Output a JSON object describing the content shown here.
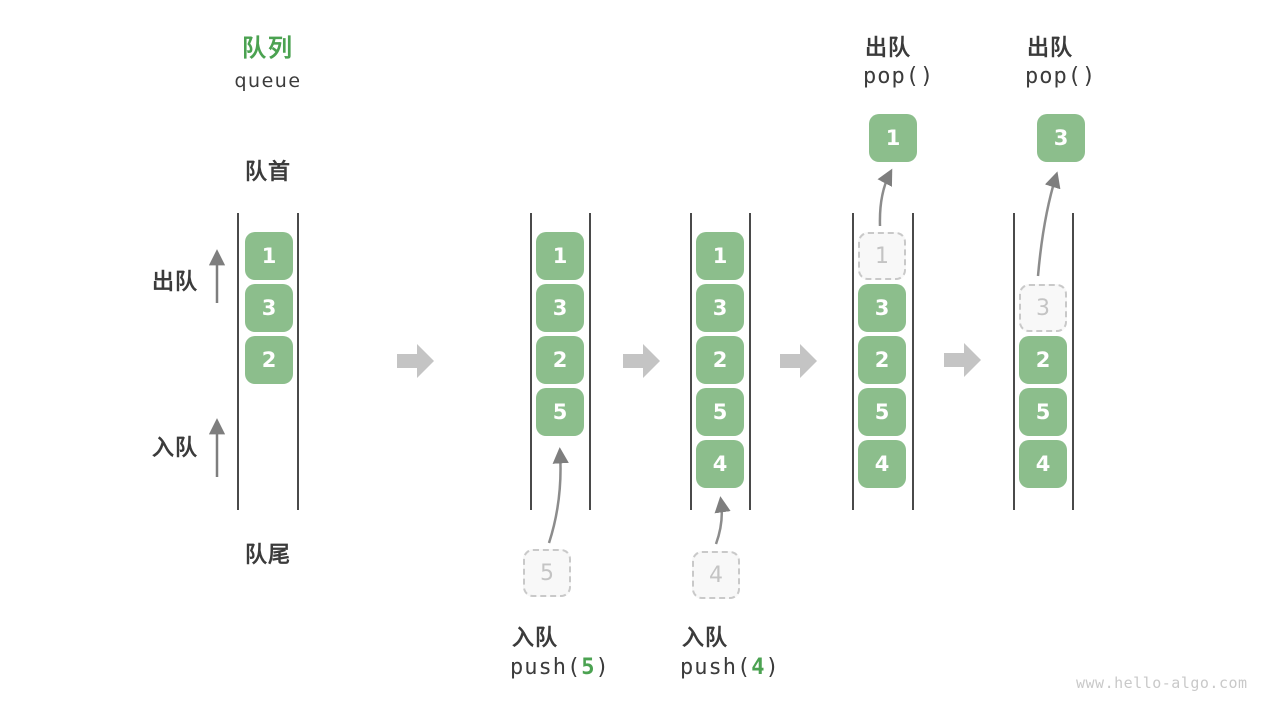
{
  "title": {
    "zh": "队列",
    "en": "queue"
  },
  "labels": {
    "front": "队首",
    "rear": "队尾",
    "dequeue": "出队",
    "enqueue": "入队"
  },
  "colors": {
    "green_box": "#8CBE8C",
    "green_accent": "#4BA251",
    "ink": "#3b3b3b",
    "wall": "#4a4a4a",
    "gray_arrow": "#7e7e7e",
    "gray_curve": "#8c8c8c",
    "gray_block": "#c4c4c4",
    "ghost_border": "#c9c9c9",
    "ghost_fill": "#f8f8f8",
    "ghost_text": "#c4c4c4",
    "watermark": "#c9c9c9"
  },
  "columns": [
    {
      "boxes": [
        "1",
        "3",
        "2"
      ]
    },
    {
      "boxes": [
        "1",
        "3",
        "2",
        "5"
      ],
      "incoming": "5",
      "op": {
        "zh": "入队",
        "fn_prefix": "push(",
        "fn_arg": "5",
        "fn_suffix": ")"
      }
    },
    {
      "boxes": [
        "1",
        "3",
        "2",
        "5",
        "4"
      ],
      "incoming": "4",
      "op": {
        "zh": "入队",
        "fn_prefix": "push(",
        "fn_arg": "4",
        "fn_suffix": ")"
      }
    },
    {
      "ghost": "1",
      "boxes": [
        "3",
        "2",
        "5",
        "4"
      ],
      "outgoing": "1",
      "op": {
        "zh": "出队",
        "fn": "pop()"
      }
    },
    {
      "ghost": "3",
      "boxes": [
        "2",
        "5",
        "4"
      ],
      "outgoing": "3",
      "op": {
        "zh": "出队",
        "fn": "pop()"
      }
    }
  ],
  "watermark": "www.hello-algo.com"
}
